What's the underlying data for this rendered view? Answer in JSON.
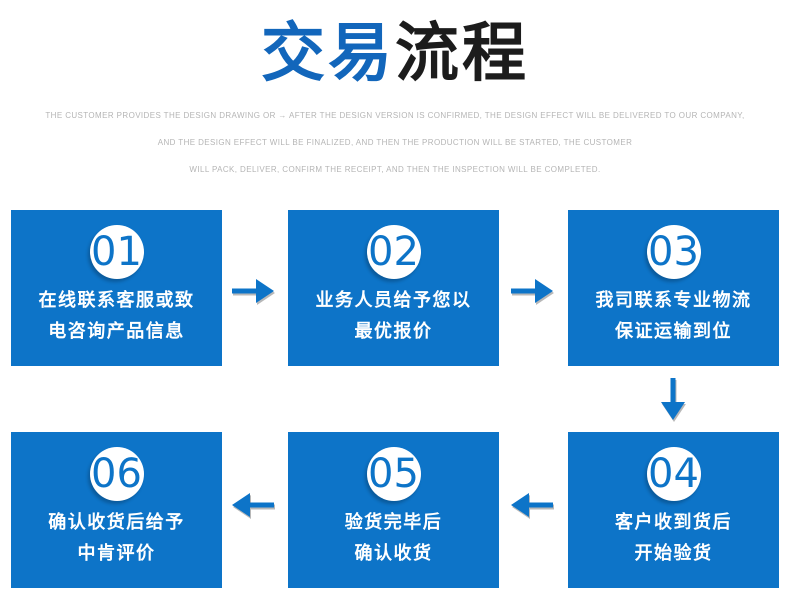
{
  "title": {
    "text_blue": "交易",
    "text_black": "流程"
  },
  "subtitle": {
    "line1": "THE CUSTOMER PROVIDES THE DESIGN DRAWING OR → AFTER THE DESIGN VERSION IS CONFIRMED, THE DESIGN EFFECT WILL BE DELIVERED TO OUR COMPANY,",
    "line2": "AND THE DESIGN EFFECT WILL BE FINALIZED, AND THEN THE PRODUCTION WILL BE STARTED, THE CUSTOMER",
    "line3": "WILL PACK, DELIVER, CONFIRM THE RECEIPT, AND THEN THE INSPECTION WILL BE COMPLETED."
  },
  "steps": [
    {
      "number": "01",
      "line1": "在线联系客服或致",
      "line2": "电咨询产品信息"
    },
    {
      "number": "02",
      "line1": "业务人员给予您以",
      "line2": "最优报价"
    },
    {
      "number": "03",
      "line1": "我司联系专业物流",
      "line2": "保证运输到位"
    },
    {
      "number": "04",
      "line1": "客户收到货后",
      "line2": "开始验货"
    },
    {
      "number": "05",
      "line1": "验货完毕后",
      "line2": "确认收货"
    },
    {
      "number": "06",
      "line1": "确认收货后给予",
      "line2": "中肯评价"
    }
  ],
  "flow": {
    "sequence": [
      "01",
      "02",
      "03",
      "04",
      "05",
      "06"
    ],
    "arrows": [
      "arrow-right",
      "arrow-right",
      "arrow-down",
      "arrow-left",
      "arrow-left"
    ]
  },
  "colors": {
    "box_blue": "#0d74c8",
    "arrow_blue": "#0d74c8",
    "number_blue": "#0d74c8",
    "title_blue": "#1266bb",
    "title_black": "#1c1c1c",
    "subtitle_gray": "#b5b5b5",
    "box_text": "#ffffff",
    "background": "#ffffff"
  }
}
